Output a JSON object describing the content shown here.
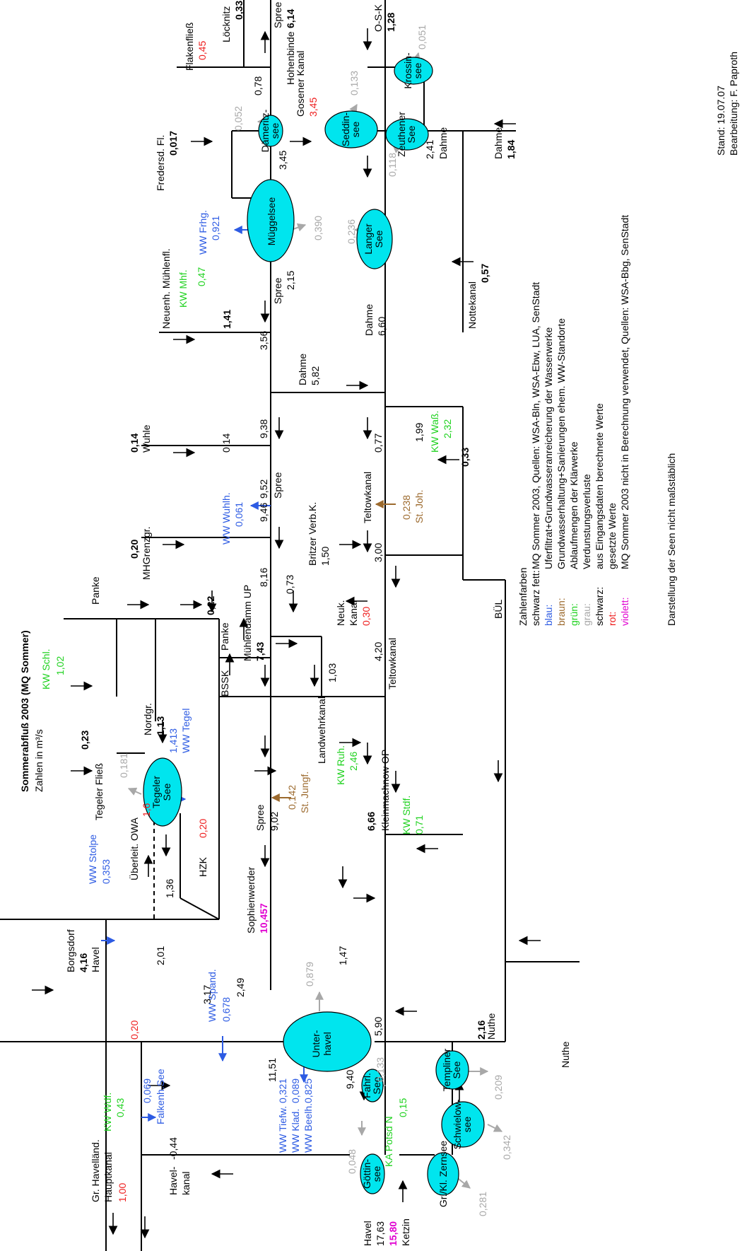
{
  "header": {
    "title": "Sommerabfluß 2003 (MQ Sommer)",
    "subtitle": "Zahlen in m³/s",
    "stand": "Stand: 19.07.07",
    "bearbeitung": "Bearbeitung: F. Paproth"
  },
  "legend": {
    "heading": "Zahlenfarben",
    "rows": [
      {
        "key": "schwarz fett:",
        "desc": "MQ Sommer 2003, Quellen: WSA-Bln, WSA-Ebw, LUA, SenStadt",
        "color": "#000000"
      },
      {
        "key": "blau:",
        "desc": "Uferfiltrat+Grundwasseranreicherung der Wasserwerke",
        "color": "#2d5be3"
      },
      {
        "key": "braun:",
        "desc": "Grundwasserhaltung+Sanierungen ehem. WW-Standorte",
        "color": "#9c6a2e"
      },
      {
        "key": "grün:",
        "desc": "Ablaufmengen der Klärwerke",
        "color": "#1fd21f"
      },
      {
        "key": "grau:",
        "desc": "Verdunstungsverluste",
        "color": "#a8a8a8"
      },
      {
        "key": "schwarz:",
        "desc": "aus Eingangsdaten berechnete Werte",
        "color": "#000000"
      },
      {
        "key": "rot:",
        "desc": "gesetzte Werte",
        "color": "#ee1c1c"
      },
      {
        "key": "violett:",
        "desc": "MQ Sommer 2003 nicht in Berechnung verwendet, Quellen: WSA-Bbg, SenStadt",
        "color": "#e000d0"
      }
    ],
    "note": "Darstellung der Seen nicht maßstäblich"
  },
  "lakes": [
    {
      "name": "Unter-\nhavel"
    },
    {
      "name": "Tegeler\nSee"
    },
    {
      "name": "Müggelsee"
    },
    {
      "name": "Langer\nSee"
    },
    {
      "name": "Seddin-\nsee"
    },
    {
      "name": "Zeuthener\nSee"
    },
    {
      "name": "Krossin-\nsee"
    },
    {
      "name": "Dämeritz-\nsee"
    },
    {
      "name": "Templiner\nSee"
    },
    {
      "name": "Schwielow-\nsee"
    },
    {
      "name": "Gr./Kl. Zernsee"
    },
    {
      "name": "Göttin-\nsee"
    },
    {
      "name": "Fahrl.\nSee"
    }
  ],
  "labels": {
    "borgsdorf": "Borgsdorf",
    "borgsdorf_q": "4,16",
    "havel": "Havel",
    "ww_stolpe": "WW Stolpe",
    "ww_stolpe_q": "0,353",
    "ueberleit": "Überleit. OWA",
    "ueberleit_q": "1,6",
    "tegeler_fliess": "Tegeler Fließ",
    "tegeler_fliess_q": "0,23",
    "tegeler_evap": "0,181",
    "kw_schl": "KW Schl.",
    "kw_schl_q": "1,02",
    "panke": "Panke",
    "nordgr": "Nordgr.",
    "nordgr_q": "1,13",
    "ww_tegel": "WW Tegel",
    "ww_tegel_q": "1,413",
    "panke_q": "0,22",
    "bssk": "BSSK",
    "panke2": "Panke",
    "muehlendamm": "Mühlendamm UP",
    "muehlendamm_q": "7,43",
    "hzk": "HZK",
    "hzk_q": "0,20",
    "v_136": "1,36",
    "v_201": "2,01",
    "v_317": "3,17",
    "v_249": "2,49",
    "ww_spand": "WW Spand.",
    "ww_spand_q": "0,678",
    "havel_q020": "0,20",
    "kw_wdf": "KW Wdf.",
    "kw_wdf_q": "0,43",
    "falkenh": "Falkenh.See",
    "falkenh_q": "0,069",
    "gr_havelland": "Gr. Havelländ.",
    "hauptkanal": "Hauptkanal",
    "hauptkanal_q": "1,00",
    "havelkanal": "Havel-",
    "havelkanal2": "kanal",
    "havelkanal_q": "-0,44",
    "sophienwerder": "Sophienwerder",
    "sophienwerder_q": "10,457",
    "spree_902": "9,02",
    "spree": "Spree",
    "st_jungf": "St. Jungf.",
    "st_jungf_q": "0,142",
    "unterhavel_evap": "0,879",
    "v_1151": "11,51",
    "ww_tiefw": "WW Tiefw.",
    "ww_tiefw_q": "0,321",
    "ww_klad": "WW Klad.",
    "ww_klad_q": "0,089",
    "ww_beelh": "WW Beelh.",
    "ww_beelh_q": "0,825",
    "v_940": "9,40",
    "v_147": "1,47",
    "v_590": "5,90",
    "fahrl_evap": "0,133",
    "ka_potsd": "KA Potsd N",
    "ka_potsd_q": "0,15",
    "goettin_evap": "0,048",
    "havel_end": "Havel",
    "havel_end_q": "17,63",
    "ketzin_q": "15,80",
    "ketzin": "Ketzin",
    "zernsee_evap": "0,281",
    "schwielow_evap": "0,342",
    "templiner_evap": "0,209",
    "nuthe": "Nuthe",
    "nuthe_q": "2,16",
    "nuthe2": "Nuthe",
    "kleinmachnow": "Kleinmachnow OP",
    "kleinmachnow_q": "6,66",
    "kw_stdf": "KW Stdf.",
    "kw_stdf_q": "0,71",
    "kw_ruh": "KW Ruh.",
    "kw_ruh_q": "2,46",
    "landwehrkanal": "Landwehrkanal",
    "landwehr_q": "1,03",
    "v_073": "0,73",
    "neuk_kanal": "Neuk.",
    "neuk_kanal2": "Kanal",
    "neuk_q": "0,30",
    "teltowkanal": "Teltowkanal",
    "teltow_q": "4,20",
    "bul": "BÜL",
    "mhgrenzgr": "MHGrenzgr.",
    "mhgrenzgr_q": "0,20",
    "v_816": "8,16",
    "britzer": "Britzer Verb.K.",
    "britzer_q": "1,50",
    "v_300": "3,00",
    "st_joh": "St. Joh.",
    "st_joh_q": "0,238",
    "teltowkanal2": "Teltowkanal",
    "v_946": "9,46",
    "ww_wuhlh": "WW Wuhlh.",
    "ww_wuhlh_q": "0,061",
    "v_952": "9,52",
    "spree2": "Spree",
    "wuhle": "Wuhle",
    "wuhle_q": "0,14",
    "wuhle_q2": "0,14",
    "v_938": "9,38",
    "v_077": "0,77",
    "v_199": "1,99",
    "kw_wass": "KW Waß.",
    "kw_wass_q": "2,32",
    "v_033": "0,33",
    "dahme_mid": "Dahme",
    "dahme_mid_q": "5,82",
    "v_356": "3,56",
    "neuenh": "Neuenh. Mühlenfl.",
    "neuenh_q": "1,41",
    "kw_mhf": "KW Mhf.",
    "kw_mhf_q": "0,47",
    "ww_frhg": "WW Frhg.",
    "ww_frhg_q": "0,921",
    "spree3": "Spree",
    "v_215": "2,15",
    "mueggel_evap": "0,390",
    "dahme_660": "Dahme",
    "v_660": "6,60",
    "langer_evap": "0,236",
    "nottekanal": "Nottekanal",
    "notte_q": "0,57",
    "fredersd": "Fredersd. Fl.",
    "fredersd_q": "0,017",
    "v_345": "3,45",
    "daemeritz_evap": "0,052",
    "v_078": "0,78",
    "flakenfliess": "Flakenfließ",
    "flaken_q": "0,45",
    "loecknitz": "Löcknitz",
    "loecknitz_q": "0,33",
    "spree_top": "Spree",
    "spree_top_q": "6,14",
    "hohenbinde": "Hohenbinde",
    "gosener": "Gosener Kanal",
    "gosener_q": "3,45",
    "seddin_evap": "0,133",
    "zeuthen_evap": "0,118",
    "v_241": "2,41",
    "dahme_r": "Dahme",
    "dahme_top": "Dahme",
    "dahme_top_q": "1,84",
    "osk": "O-S-K",
    "osk_q": "1,28",
    "krossin_evap": "0,051"
  }
}
